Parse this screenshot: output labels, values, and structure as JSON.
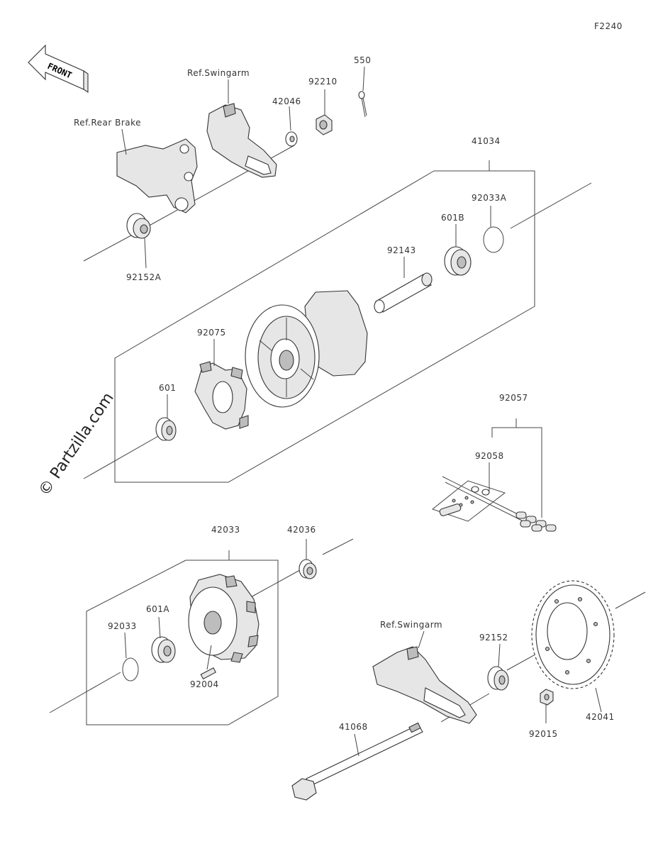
{
  "figure_code": "F2240",
  "front_label": "FRONT",
  "watermark": "© Partzilla.com",
  "references": {
    "swingarm_top": "Ref.Swingarm",
    "rear_brake": "Ref.Rear Brake",
    "swingarm_bottom": "Ref.Swingarm"
  },
  "parts": {
    "p550": "550",
    "p92210": "92210",
    "p42046": "42046",
    "p41034": "41034",
    "p92033A": "92033A",
    "p601B": "601B",
    "p92143": "92143",
    "p92152A": "92152A",
    "p92075": "92075",
    "p601": "601",
    "p92057": "92057",
    "p92058": "92058",
    "p42033": "42033",
    "p42036": "42036",
    "p601A": "601A",
    "p92033": "92033",
    "p92004": "92004",
    "p92152": "92152",
    "p92015": "92015",
    "p42041": "42041",
    "p41068": "41068"
  }
}
